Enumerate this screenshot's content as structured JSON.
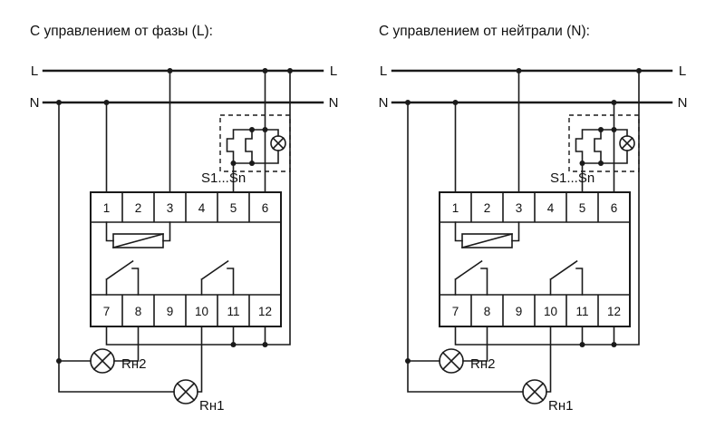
{
  "colors": {
    "line": "#1a1a1a",
    "background": "#ffffff"
  },
  "diagrams": [
    {
      "title": "С управлением от фазы (L):",
      "l_label": "L",
      "n_label": "N",
      "switch_group_label": "S1...Sn",
      "load2_label": "Rн2",
      "load1_label": "Rн1",
      "top_terminals": [
        "1",
        "2",
        "3",
        "4",
        "5",
        "6"
      ],
      "bottom_terminals": [
        "7",
        "8",
        "9",
        "10",
        "11",
        "12"
      ]
    },
    {
      "title": "С управлением от нейтрали (N):",
      "l_label": "L",
      "n_label": "N",
      "switch_group_label": "S1...Sn",
      "load2_label": "Rн2",
      "load1_label": "Rн1",
      "top_terminals": [
        "1",
        "2",
        "3",
        "4",
        "5",
        "6"
      ],
      "bottom_terminals": [
        "7",
        "8",
        "9",
        "10",
        "11",
        "12"
      ]
    }
  ]
}
